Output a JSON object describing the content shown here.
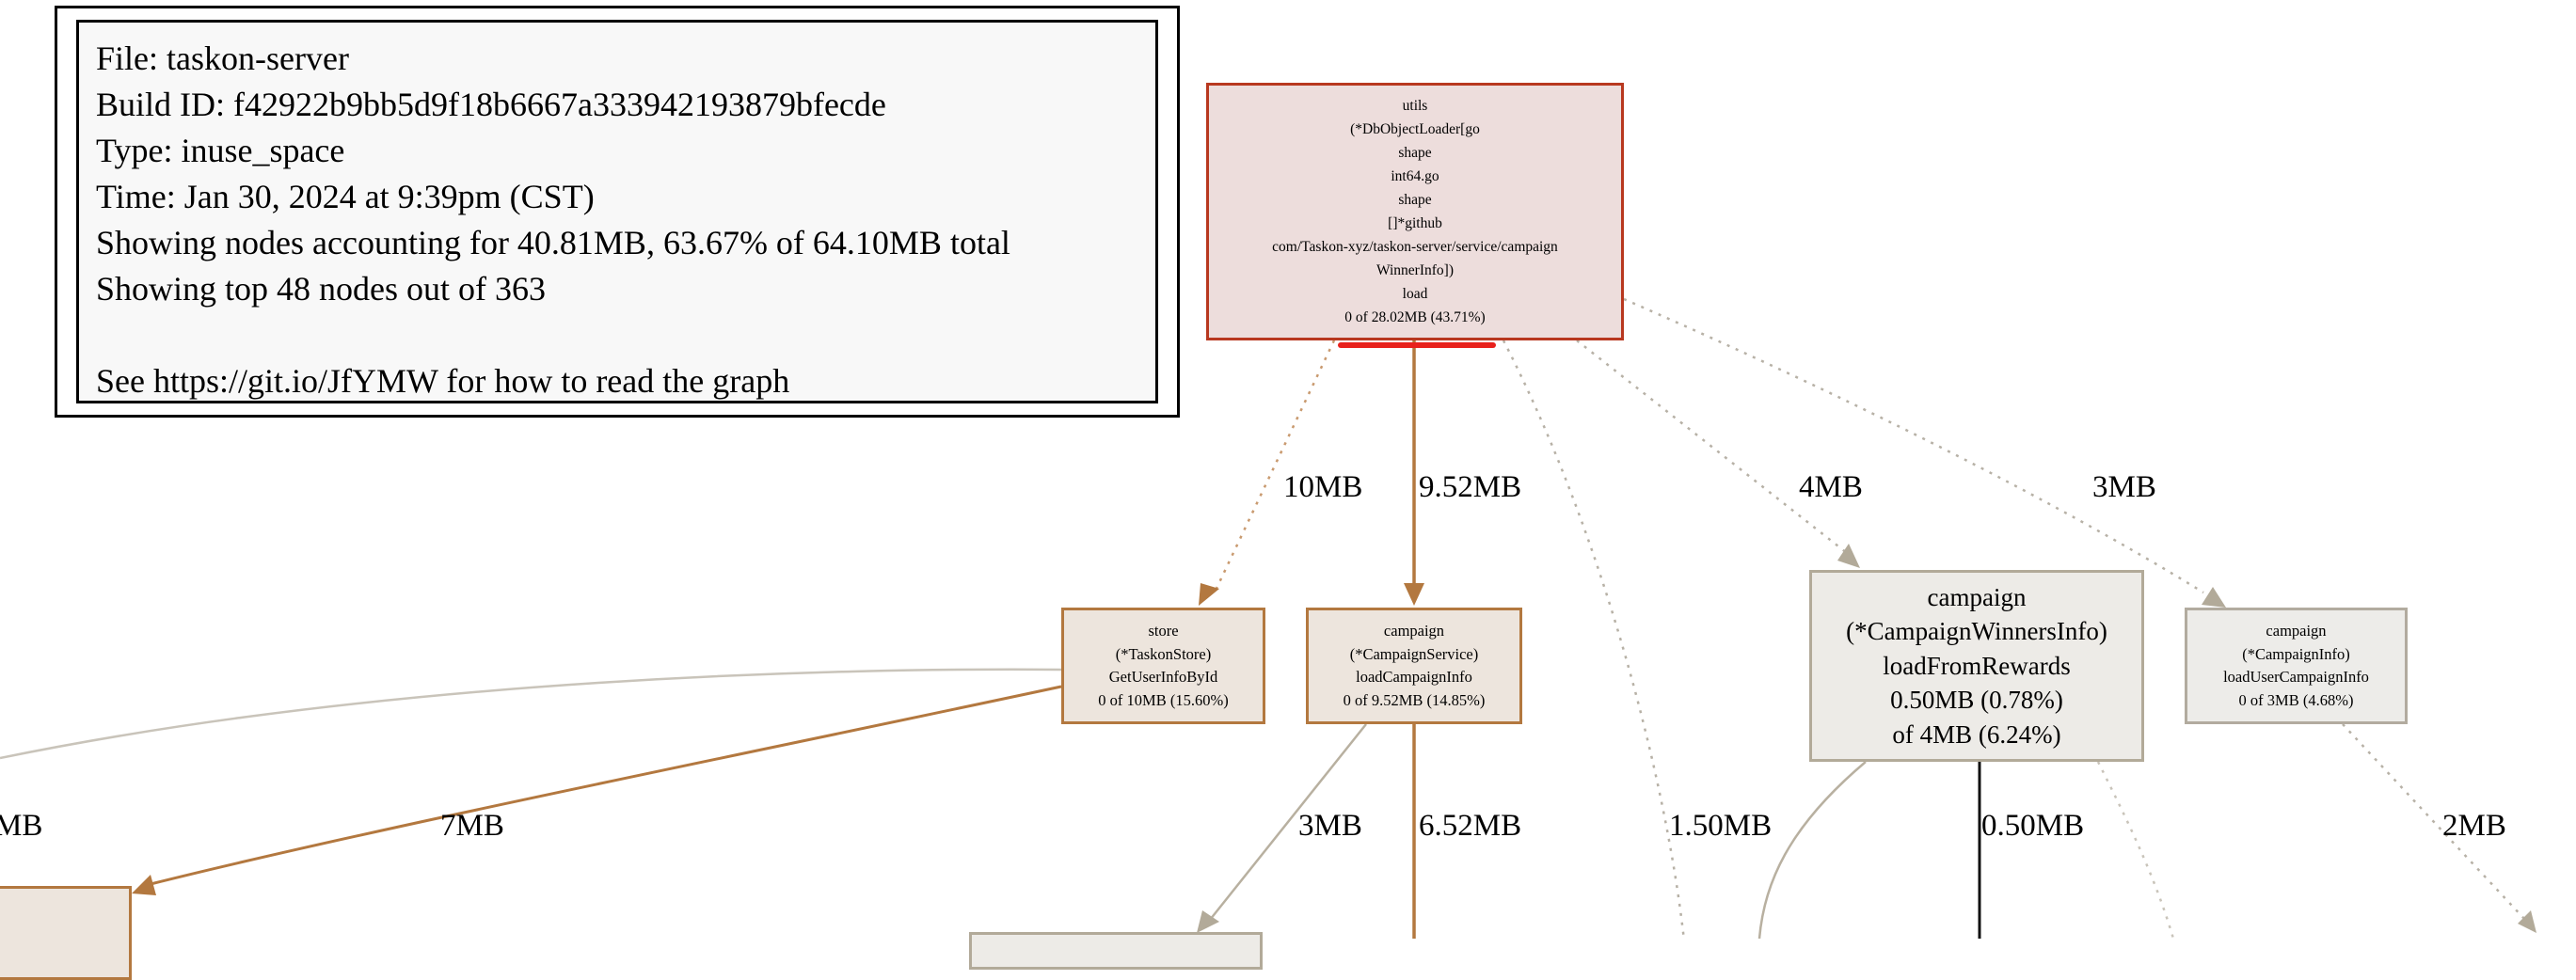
{
  "legend": {
    "file": "File: taskon-server",
    "build_id": "Build ID: f42922b9bb5d9f18b6667a333942193879bfecde",
    "type": "Type: inuse_space",
    "time": "Time: Jan 30, 2024 at 9:39pm (CST)",
    "showing_nodes": "Showing nodes accounting for 40.81MB, 63.67% of 64.10MB total",
    "showing_top": "Showing top 48 nodes out of 363",
    "help": "See https://git.io/JfYMW for how to read the graph"
  },
  "nodes": {
    "utils": {
      "lines": [
        "utils",
        "(*DbObjectLoader[go",
        "shape",
        "int64.go",
        "shape",
        "[]*github",
        "com/Taskon-xyz/taskon-server/service/campaign",
        "WinnerInfo])",
        "load",
        "0 of 28.02MB (43.71%)"
      ]
    },
    "store": {
      "lines": [
        "store",
        "(*TaskonStore)",
        "GetUserInfoById",
        "0 of 10MB (15.60%)"
      ]
    },
    "campaign_service": {
      "lines": [
        "campaign",
        "(*CampaignService)",
        "loadCampaignInfo",
        "0 of 9.52MB (14.85%)"
      ]
    },
    "campaign_winners": {
      "lines": [
        "campaign",
        "(*CampaignWinnersInfo)",
        "loadFromRewards",
        "0.50MB (0.78%)",
        "of 4MB (6.24%)"
      ]
    },
    "campaign_info": {
      "lines": [
        "campaign",
        "(*CampaignInfo)",
        "loadUserCampaignInfo",
        "0 of 3MB (4.68%)"
      ]
    }
  },
  "edges": {
    "utils_to_store": "10MB",
    "utils_to_campaign_service": "9.52MB",
    "utils_to_winners": "4MB",
    "utils_to_info": "3MB",
    "store_offscreen_left": "MB",
    "store_to_left": "7MB",
    "campaign_service_3mb": "3MB",
    "campaign_service_652": "6.52MB",
    "utils_dotted_down": "1.50MB",
    "winners_down": "0.50MB",
    "info_down": "2MB"
  },
  "colors": {
    "hot_border": "#b8381f",
    "hot_fill": "#eddddc",
    "warm_edge": "#b3783f",
    "warm_fill": "#ede5dd",
    "cool_edge": "#b2aa99",
    "cool_fill": "#edebe7",
    "annotation_red": "#e8211c"
  }
}
